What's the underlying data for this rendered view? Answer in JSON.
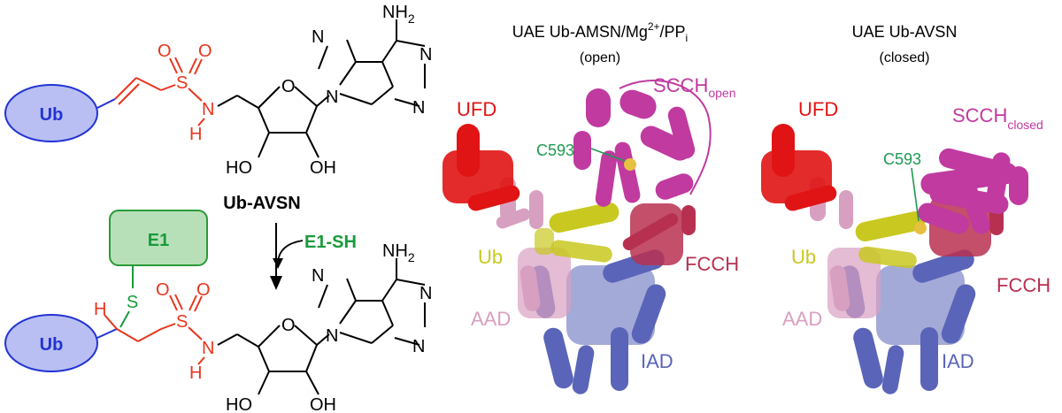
{
  "colors": {
    "red_group": "#e8341c",
    "green_group": "#1a9a3c",
    "ub_fill": "#b9bff2",
    "ub_stroke": "#2233d4",
    "ub_text": "#2233d4",
    "e1_fill": "#b8e0b8",
    "e1_stroke": "#2a9a3a",
    "ufd": "#e01414",
    "scch": "#c03aa0",
    "c593": "#1e9a50",
    "fcch": "#b83050",
    "ub_domain": "#c8c820",
    "aad": "#d8a0c0",
    "iad": "#5a64b8"
  },
  "reaction": {
    "ub_label_top": "Ub",
    "ub_label_bottom": "Ub",
    "e1_label": "E1",
    "compound_name": "Ub-AVSN",
    "reagent": "E1-SH",
    "top_atoms": {
      "o1": "O",
      "o2": "O",
      "s": "S",
      "n": "N",
      "h": "H",
      "nh2": "NH",
      "nh2_sub": "2",
      "ring_o": "O",
      "ho": "HO",
      "oh": "OH",
      "n7": "N",
      "n9": "N",
      "n1": "N",
      "n3": "N"
    },
    "bottom_atoms": {
      "h": "H",
      "s_e1": "S",
      "o1": "O",
      "o2": "O",
      "s": "S",
      "n": "N",
      "nh": "H",
      "nh2": "NH",
      "nh2_sub": "2",
      "ring_o": "O",
      "ho": "HO",
      "oh": "OH",
      "n7": "N",
      "n9": "N",
      "n1": "N",
      "n3": "N"
    }
  },
  "panel_open": {
    "title_main": "UAE Ub-AMSN/Mg",
    "title_sup": "2+",
    "title_mid": "/PP",
    "title_sub": "i",
    "subtitle": "(open)",
    "labels": {
      "ufd": "UFD",
      "scch": "SCCH",
      "scch_sub": "open",
      "c593": "C593",
      "ub": "Ub",
      "fcch": "FCCH",
      "aad": "AAD",
      "iad": "IAD"
    }
  },
  "panel_closed": {
    "title": "UAE Ub-AVSN",
    "subtitle": "(closed)",
    "labels": {
      "ufd": "UFD",
      "scch": "SCCH",
      "scch_sub": "closed",
      "c593": "C593",
      "ub": "Ub",
      "fcch": "FCCH",
      "aad": "AAD",
      "iad": "IAD"
    }
  }
}
